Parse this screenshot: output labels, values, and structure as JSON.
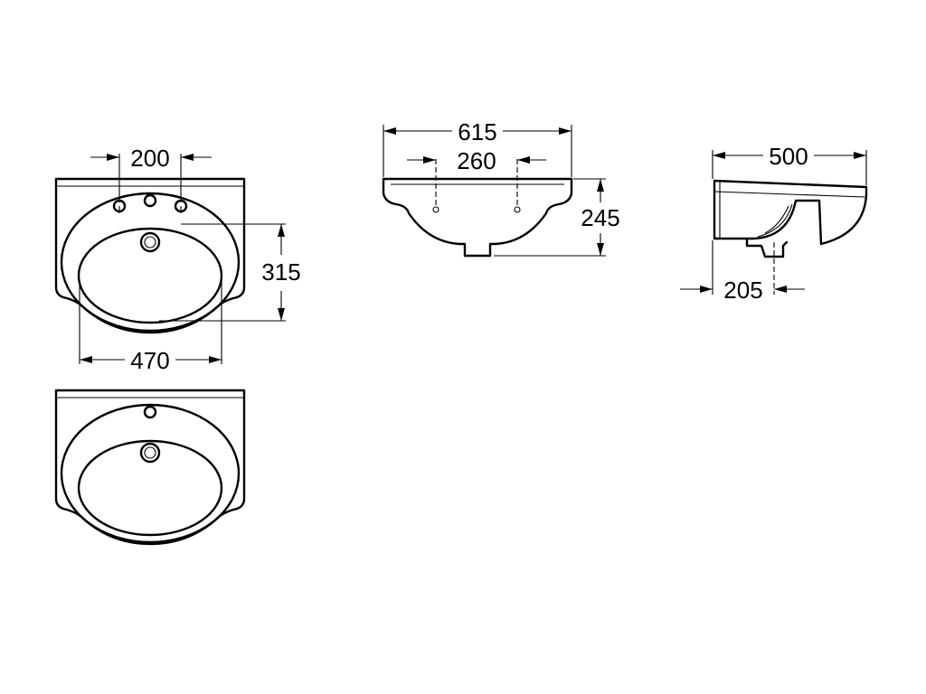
{
  "dimensions": {
    "faucet_hole_spacing_top": "200",
    "bowl_depth_top": "315",
    "bowl_width_top": "470",
    "overall_width_front": "615",
    "faucet_hole_spacing_front": "260",
    "height_front": "245",
    "overall_depth_side": "500",
    "drain_offset_side": "205"
  },
  "colors": {
    "line": "#000000",
    "background": "#ffffff"
  }
}
